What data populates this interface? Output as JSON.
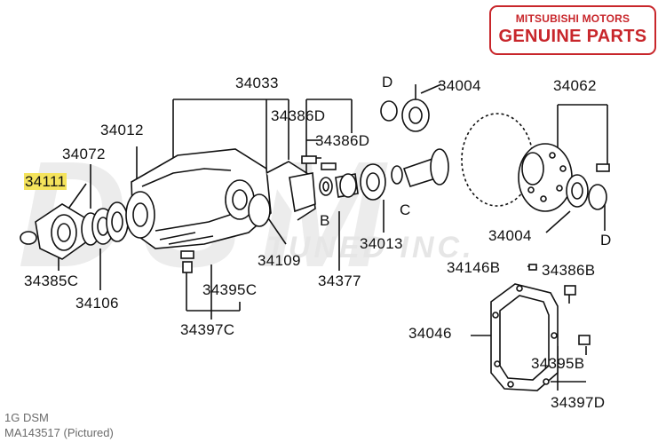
{
  "brand": {
    "line1": "MITSUBISHI MOTORS",
    "line2": "GENUINE PARTS",
    "color": "#c8262b"
  },
  "highlight_color": "#f4e35c",
  "labels": {
    "p34033": "34033",
    "p34004_top": "34004",
    "p34062": "34062",
    "p34386d_1": "34386D",
    "p34386d_2": "34386D",
    "p34012": "34012",
    "p34072": "34072",
    "p34111": "34111",
    "letter_d_top": "D",
    "letter_b": "B",
    "letter_c": "C",
    "letter_d_right": "D",
    "p34004_right": "34004",
    "p34013": "34013",
    "p34109": "34109",
    "p34385c": "34385C",
    "p34106": "34106",
    "p34395c": "34395C",
    "p34397c": "34397C",
    "p34377": "34377",
    "p34146b": "34146B",
    "p34386b": "34386B",
    "p34046": "34046",
    "p34395b": "34395B",
    "p34397d": "34397D"
  },
  "footer": {
    "model": "1G DSM",
    "part": "MA143517  (Pictured)"
  }
}
